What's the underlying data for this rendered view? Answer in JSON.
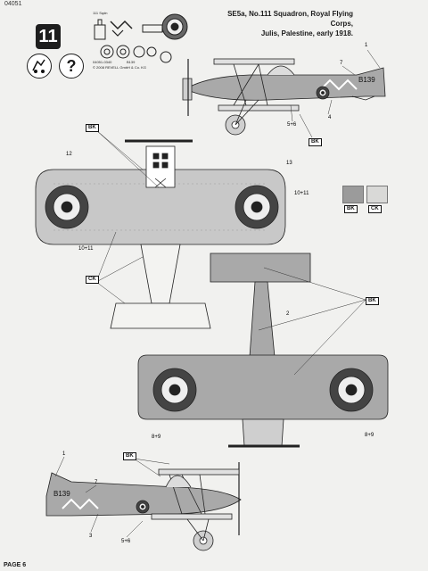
{
  "header": {
    "doc_code": "04051",
    "step_number": "11"
  },
  "title_lines": [
    "SE5a, No.111 Squadron, Royal Flying Corps,",
    "Julis, Palestine, early 1918."
  ],
  "decal_sheet": {
    "label": "111 Sqdn",
    "codes": "04051-0340",
    "code2": "B139",
    "copyright": "© 2008 REVELL GmbH & Co. KG"
  },
  "callouts": {
    "n1_side": "1",
    "n7_side": "7",
    "n4_side": "4",
    "n56_side": "5+6",
    "n12": "12",
    "n13": "13",
    "n1011_right": "10+11",
    "n1011_left": "10+11",
    "n2": "2",
    "n89_left": "8+9",
    "n89_right": "8+9",
    "n1_bottom": "1",
    "n7_bottom": "7",
    "n3_bottom": "3",
    "n56_bottom": "5+6"
  },
  "serials": {
    "top_side": "B139",
    "bottom_side": "B139"
  },
  "paint_codes": {
    "bk": "BK",
    "ck": "CK"
  },
  "colors": {
    "bk_swatch": "#9b9b9b",
    "ck_swatch": "#d9d9d7",
    "roundel_outer": "#444444",
    "roundel_inner": "#222222"
  },
  "footer": {
    "page": "PAGE 6"
  }
}
